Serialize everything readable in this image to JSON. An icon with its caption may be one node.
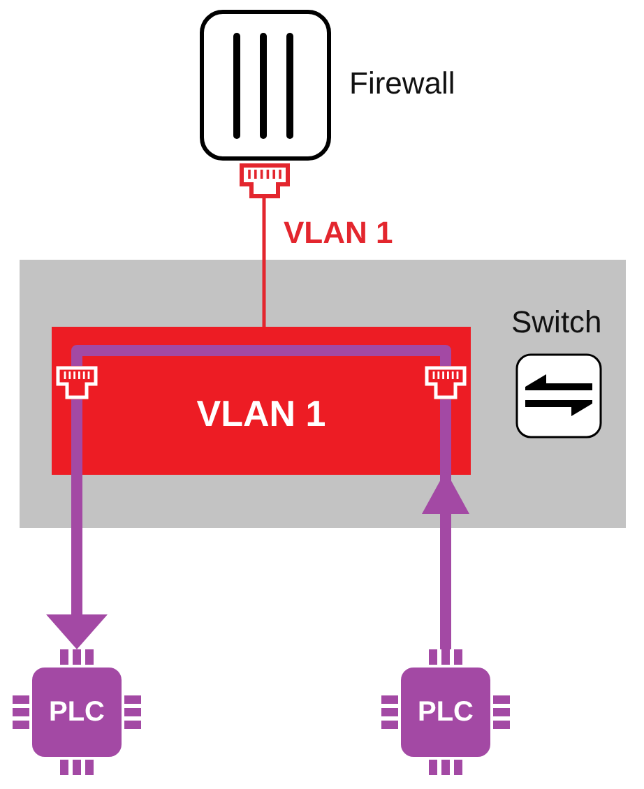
{
  "diagram": {
    "nodes": [
      {
        "text": [
          "Firewall"
        ]
      },
      {
        "text": [
          "Switch"
        ]
      },
      {
        "text": [
          "VLAN 1"
        ],
        "in": 1
      },
      {
        "text": [],
        "shape": "picture",
        "in": 2
      },
      {
        "text": [],
        "shape": "picture",
        "in": 2
      },
      {
        "text": [
          "PLC"
        ]
      },
      {
        "text": [
          "PLC"
        ]
      }
    ],
    "edges": [
      {
        "from": 0,
        "to": 2,
        "arrow": "none",
        "label": "VLAN 1",
        "color": "#e3262e"
      },
      {
        "from": 6,
        "to": 4,
        "arrow": "to"
      },
      {
        "from": 4,
        "to": 3,
        "arrow": "none"
      },
      {
        "from": 3,
        "to": 5,
        "arrow": "to"
      }
    ]
  }
}
